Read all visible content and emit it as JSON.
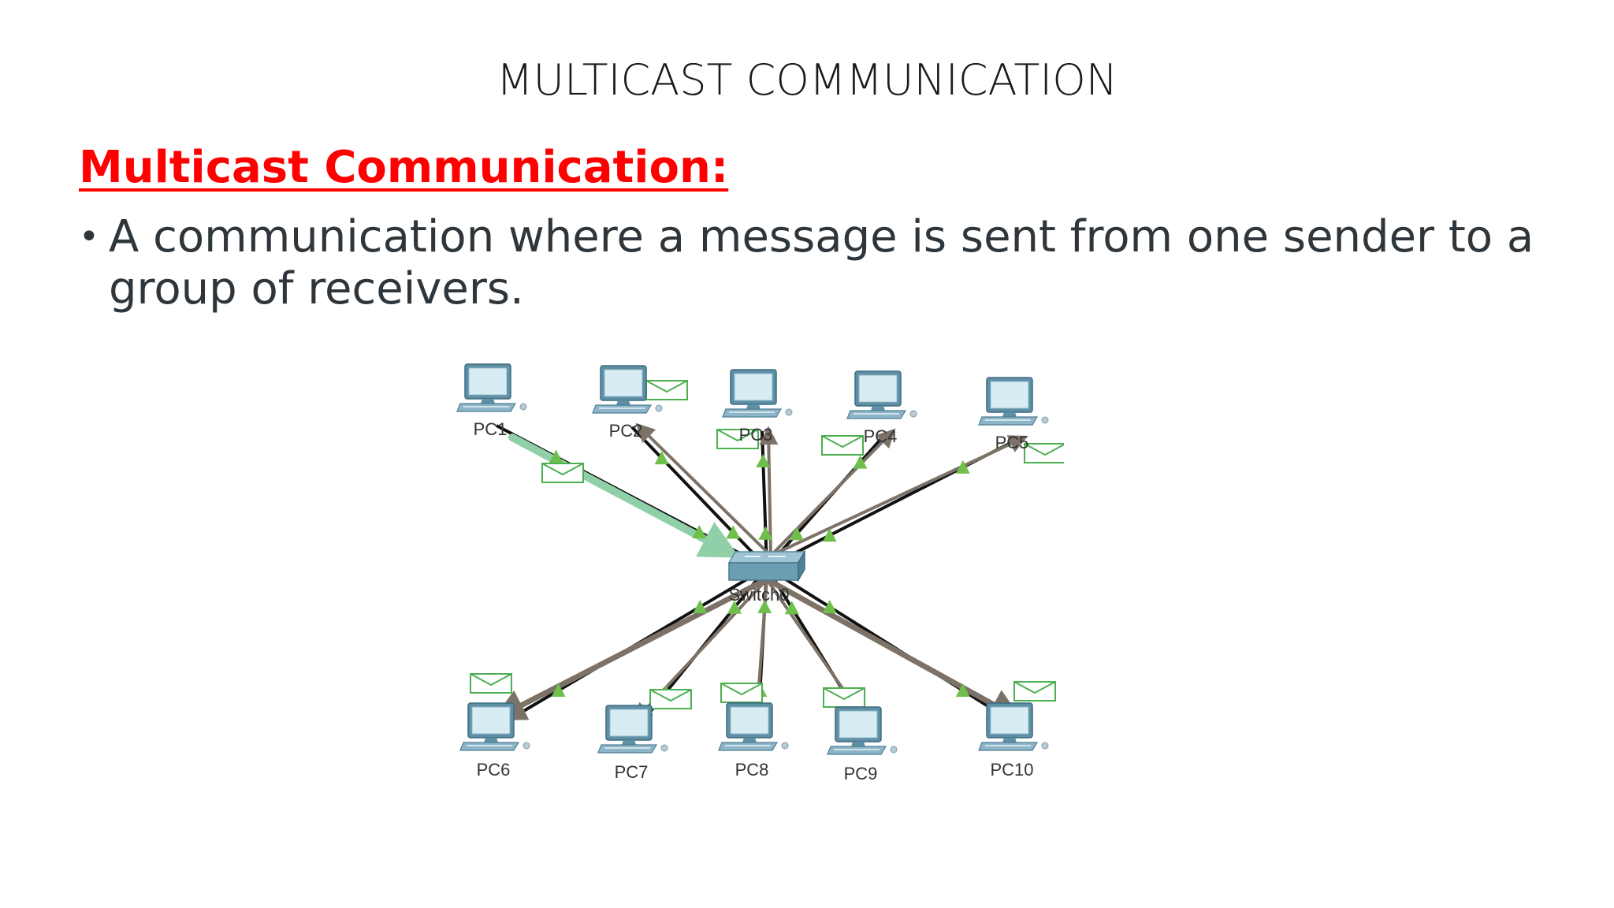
{
  "slide": {
    "title": "MULTICAST COMMUNICATION",
    "heading": "Multicast Communication:",
    "bullets": [
      "A communication where a message is sent from one sender to a group of receivers."
    ]
  },
  "diagram": {
    "switch": {
      "label": "Switch0"
    },
    "sender": "PC1",
    "nodes": [
      {
        "label": "PC1"
      },
      {
        "label": "PC2"
      },
      {
        "label": "PC3"
      },
      {
        "label": "PC4"
      },
      {
        "label": "PC5"
      },
      {
        "label": "PC6"
      },
      {
        "label": "PC7"
      },
      {
        "label": "PC8"
      },
      {
        "label": "PC9"
      },
      {
        "label": "PC10"
      }
    ],
    "colors": {
      "link": "#111111",
      "link_indicator": "#6ebf4b",
      "sender_arrow": "#8fd0a8",
      "receiver_arrow": "#7d7268",
      "envelope": "#4caf50",
      "computer": "#7aa8bd"
    }
  }
}
